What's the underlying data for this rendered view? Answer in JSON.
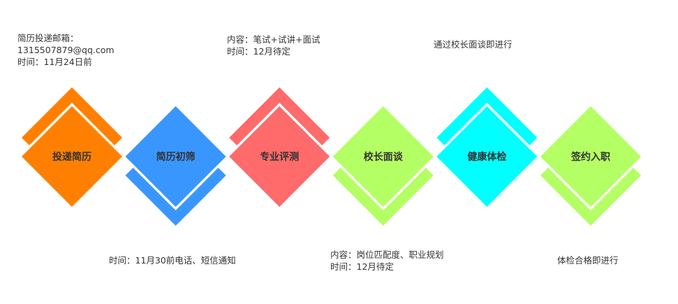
{
  "steps": [
    {
      "label": "投递简历",
      "color": "#FF8000",
      "chevron": "top"
    },
    {
      "label": "简历初筛",
      "color": "#3A96FF",
      "chevron": "bottom"
    },
    {
      "label": "专业评测",
      "color": "#FF6A6A",
      "chevron": "top"
    },
    {
      "label": "校长面谈",
      "color": "#B4FF64",
      "chevron": "bottom"
    },
    {
      "label": "健康体检",
      "color": "#00FFFF",
      "chevron": "top"
    },
    {
      "label": "签约入职",
      "color": "#B4FF64",
      "chevron": "bottom"
    }
  ],
  "notes": {
    "resume": {
      "line1": "简历投递邮箱：",
      "line2": "1315507879@qq.com",
      "line3": "时间：11月24日前"
    },
    "screening": {
      "line1": "时间：11月30前电话、短信通知"
    },
    "assessment": {
      "line1": "内容：笔试+试讲+面试",
      "line2": "时间：12月待定"
    },
    "interview": {
      "line1": "内容：岗位匹配度、职业规划",
      "line2": "时间：12月待定"
    },
    "checkup": {
      "line1": "通过校长面谈即进行"
    },
    "signing": {
      "line1": "体检合格即进行"
    }
  }
}
